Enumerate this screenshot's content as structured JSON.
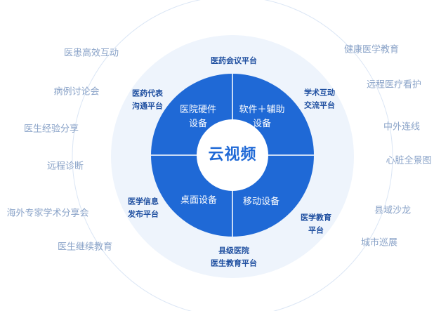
{
  "center": {
    "label": "云视频"
  },
  "quadrants": [
    {
      "id": "top-left",
      "label": "医院硬件\n设备"
    },
    {
      "id": "top-right",
      "label": "软件＋辅助\n设备"
    },
    {
      "id": "bottom-left",
      "label": "桌面设备"
    },
    {
      "id": "bottom-right",
      "label": "移动设备"
    }
  ],
  "platforms": [
    {
      "id": "top",
      "label": "医药会议平台"
    },
    {
      "id": "top-left",
      "label": "医药代表\n沟通平台"
    },
    {
      "id": "top-right",
      "label": "学术互动\n交流平台"
    },
    {
      "id": "bottom-left",
      "label": "医学信息\n发布平台"
    },
    {
      "id": "bottom-right",
      "label": "医学教育\n平台"
    },
    {
      "id": "bottom",
      "label": "县级医院\n医生教育平台"
    }
  ],
  "services_left": [
    {
      "label": "医患高效互动"
    },
    {
      "label": "病例讨论会"
    },
    {
      "label": "医生经验分享"
    },
    {
      "label": "远程诊断"
    },
    {
      "label": "海外专家学术分享会"
    },
    {
      "label": "医生继续教育"
    }
  ],
  "services_right": [
    {
      "label": "健康医学教育"
    },
    {
      "label": "远程医疗看护"
    },
    {
      "label": "中外连线"
    },
    {
      "label": "心脏全景图"
    },
    {
      "label": "县域沙龙"
    },
    {
      "label": "城市巡展"
    }
  ],
  "colors": {
    "core_blue": "#1f69d6",
    "center_fill": "#ffffff",
    "divider": "#ffffff",
    "ring_fill": "#eef4fc",
    "outer_ring_stroke": "#dbe6f5",
    "mid_text": "#1f4fa0",
    "outer_text": "#8aa3c8"
  }
}
